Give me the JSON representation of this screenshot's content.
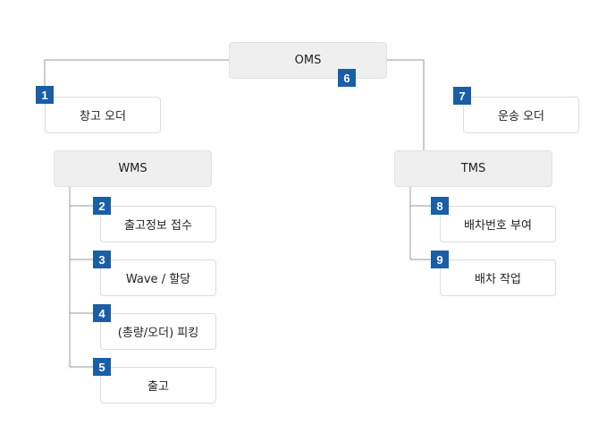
{
  "nodes": {
    "oms": "OMS",
    "warehouse_order": "창고 오더",
    "wms": "WMS",
    "shipping_info_receipt": "출고정보 접수",
    "wave_allocation": "Wave / 할당",
    "picking": "(총량/오더) 피킹",
    "shipment": "출고",
    "transport_order": "운송 오더",
    "tms": "TMS",
    "dispatch_number_assign": "배차번호 부여",
    "dispatch_work": "배차 작업"
  },
  "badges": {
    "warehouse_order": "1",
    "shipping_info_receipt": "2",
    "wave_allocation": "3",
    "picking": "4",
    "shipment": "5",
    "oms": "6",
    "transport_order": "7",
    "dispatch_number_assign": "8",
    "dispatch_work": "9"
  },
  "colors": {
    "badge": "#1a5ea8",
    "line": "#999999",
    "group_box": "#efefef"
  }
}
